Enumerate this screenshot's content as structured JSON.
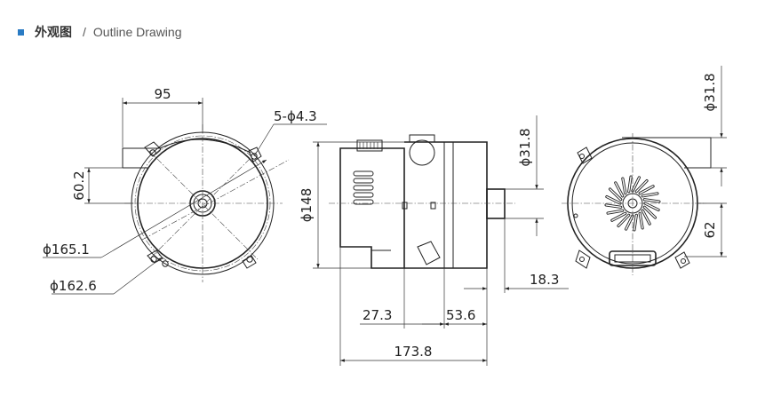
{
  "header": {
    "title_cn": "外观图",
    "separator": "/",
    "title_en": "Outline Drawing",
    "accent_color": "#2a7bc4"
  },
  "dimensions": {
    "d95": "95",
    "d5holes": "5-ϕ4.3",
    "d60_2": "60.2",
    "d165_1": "ϕ165.1",
    "d162_6": "ϕ162.6",
    "d148": "ϕ148",
    "d31_8_side": "ϕ31.8",
    "d18_3": "18.3",
    "d27_3": "27.3",
    "d53_6": "53.6",
    "d173_8": "173.8",
    "d31_8_rear": "ϕ31.8",
    "d62": "62"
  }
}
